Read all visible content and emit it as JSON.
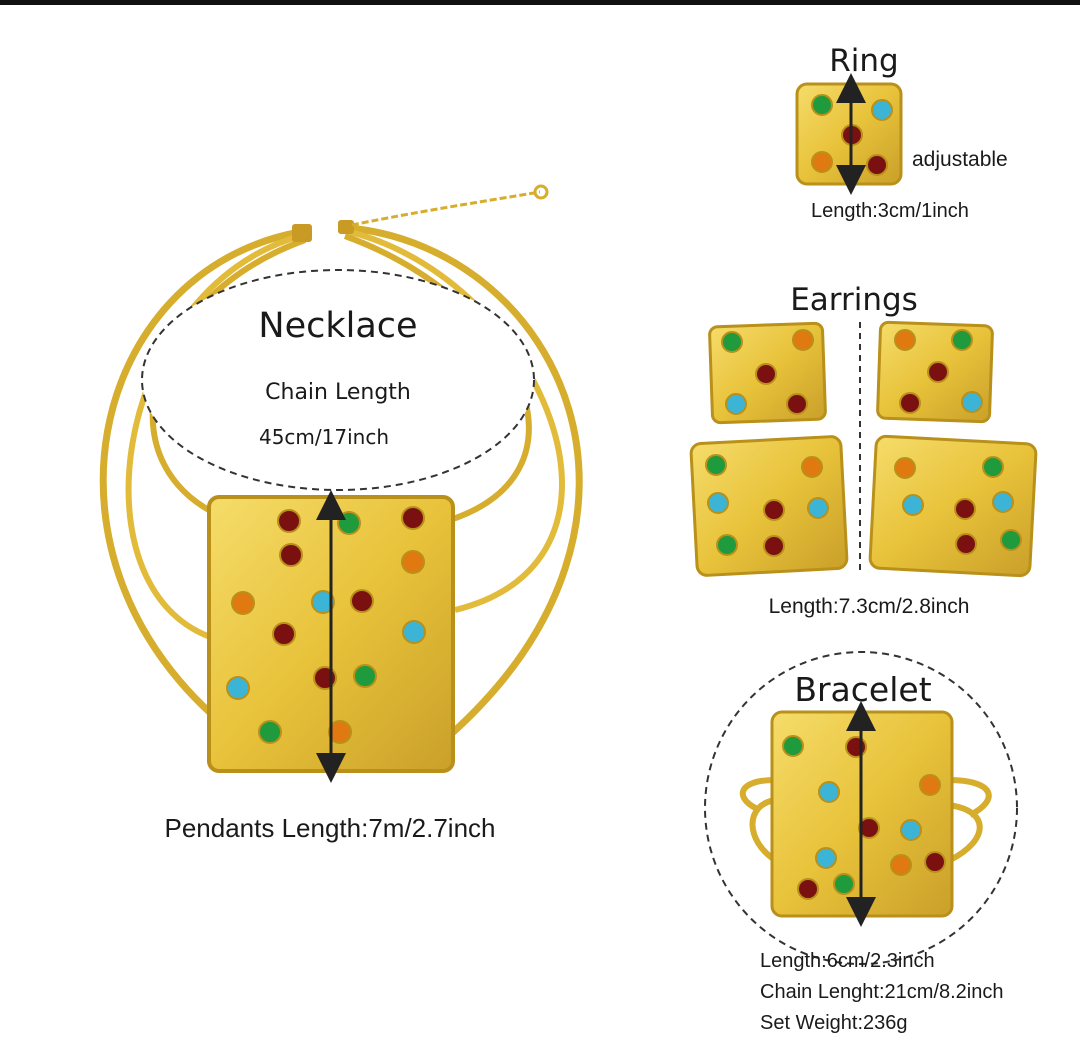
{
  "necklace": {
    "title": "Necklace",
    "chain_caption": "Chain Length",
    "chain_length": "45cm/17inch",
    "pendant_length": "Pendants Length:7m/2.7inch"
  },
  "ring": {
    "title": "Ring",
    "note": "adjustable",
    "length": "Length:3cm/1inch"
  },
  "earrings": {
    "title": "Earrings",
    "length": "Length:7.3cm/2.8inch"
  },
  "bracelet": {
    "title": "Bracelet",
    "length": "Length:6cm/2.3inch",
    "chain_length": "Chain Lenght:21cm/8.2inch",
    "set_weight": "Set Weight:236g"
  },
  "colors": {
    "gold": "#e8c23a",
    "gold_dark": "#b8901a",
    "gem_green": "#1f9a3c",
    "gem_red": "#7a1010",
    "gem_orange": "#e07a10",
    "gem_blue": "#3bb4d6"
  }
}
